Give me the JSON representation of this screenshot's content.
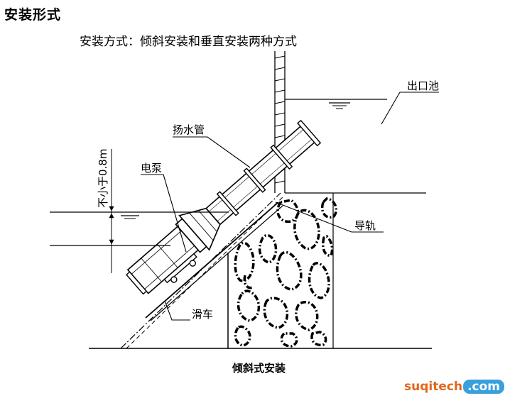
{
  "heading": "安装形式",
  "subtitle": "安装方式：倾斜安装和垂直安装两种方式",
  "labels": {
    "outlet_pool": "出口池",
    "riser_pipe": "扬水管",
    "pump": "电泵",
    "min_depth": "不小于0.8m",
    "guide_rail": "导轨",
    "trolley": "滑车"
  },
  "caption": "倾斜式安装",
  "watermark": {
    "part1": "suqitech",
    "part2": ".com",
    "color1": "#e2661a",
    "color2": "#3aa0dc"
  }
}
